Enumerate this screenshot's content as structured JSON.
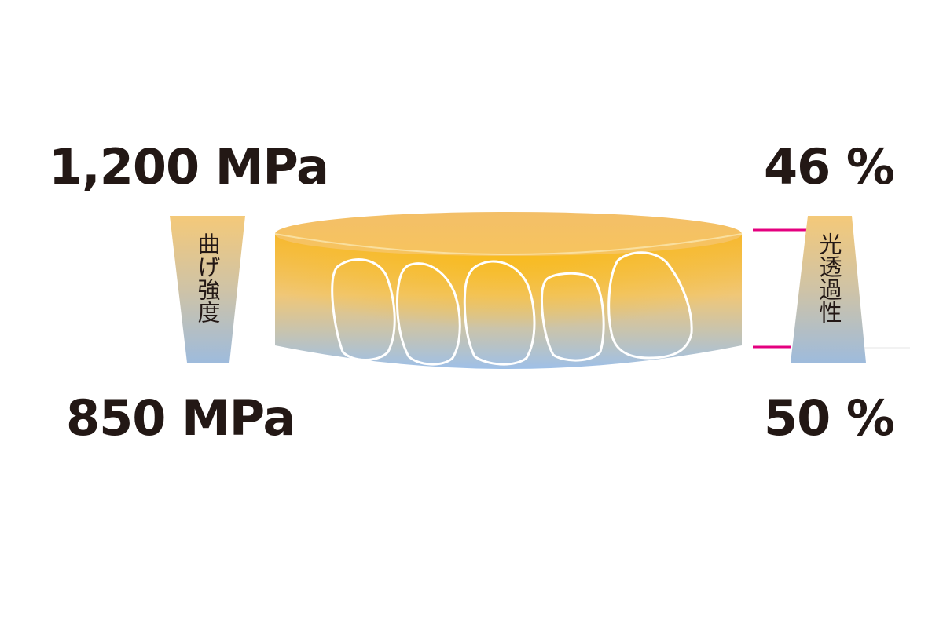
{
  "flexural_strength": {
    "label": "曲げ強度",
    "top_value": "1,200 MPa",
    "bottom_value": "850 MPa"
  },
  "translucency": {
    "label": "光透過性",
    "top_value": "46 %",
    "bottom_value": "50 %"
  },
  "colors": {
    "top_gradient": "#f4b63a",
    "bottom_gradient": "#9fc1e6",
    "marker_line": "#e4007f",
    "text": "#231815"
  }
}
